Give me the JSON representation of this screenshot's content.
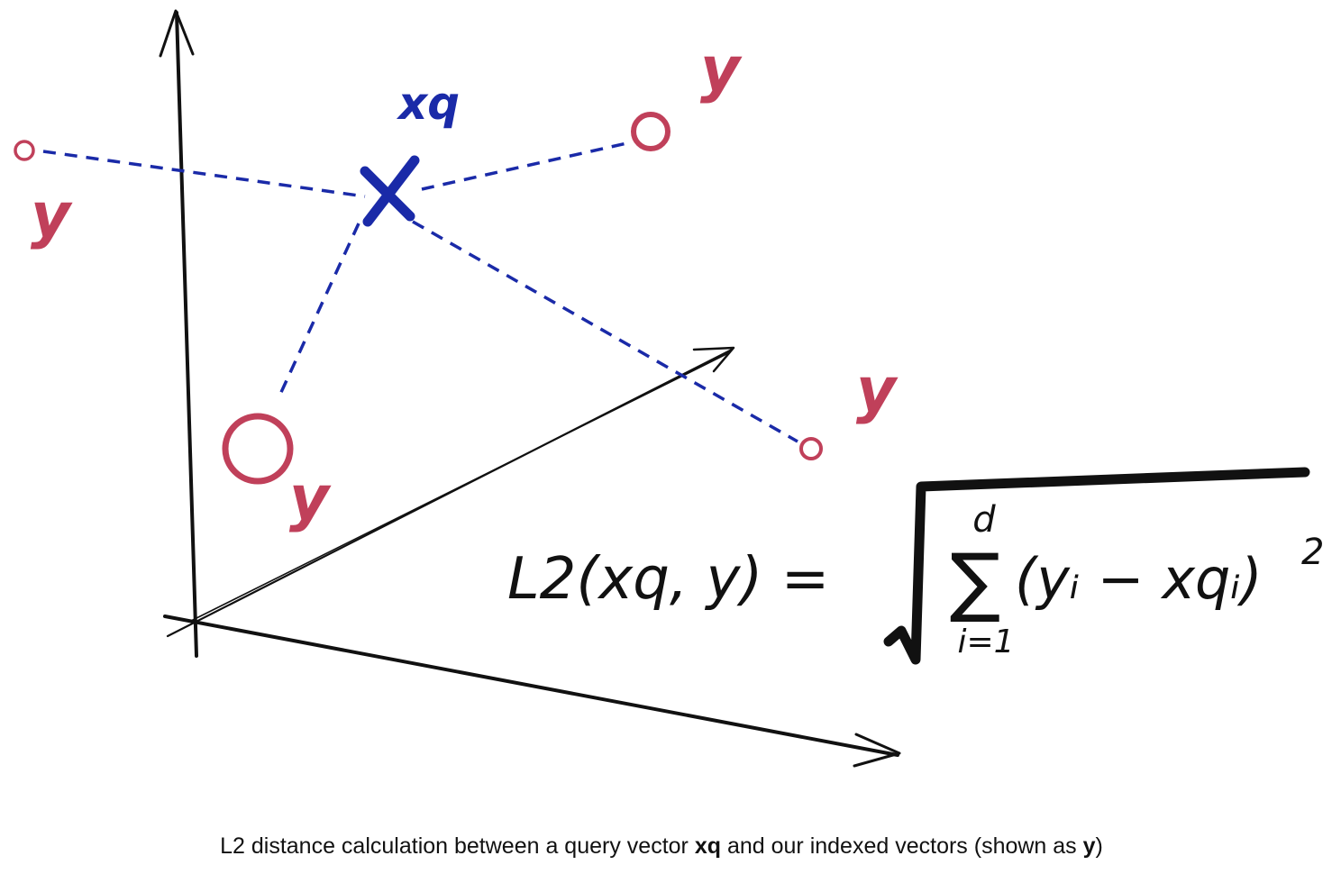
{
  "diagram": {
    "query_label": "xq",
    "vector_label": "y",
    "colors": {
      "query": "#1a2aa8",
      "vector": "#c0405a",
      "axes": "#111111",
      "caption": "#111111"
    }
  },
  "formula": {
    "lhs": "L2(xq, y) =",
    "sum_upper": "d",
    "sum_lower": "i=1",
    "summand": "(yᵢ − xqᵢ)",
    "exponent": "2"
  },
  "caption": {
    "part1": "L2 distance calculation between a query vector ",
    "bold1": "xq",
    "part2": " and our indexed vectors (shown as ",
    "bold2": "y",
    "part3": ")"
  }
}
